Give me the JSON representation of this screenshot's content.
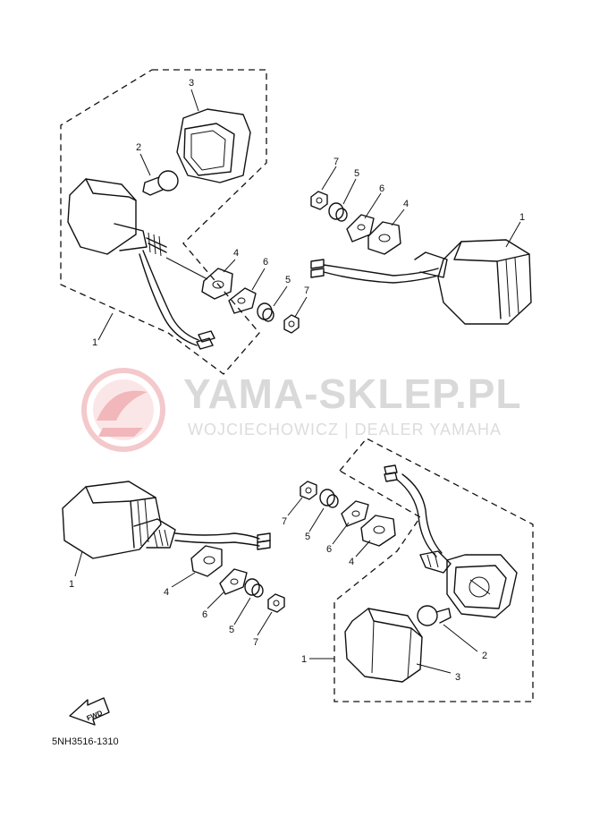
{
  "watermark": {
    "title": "YAMA-SKLEP.PL",
    "subtitle": "WOJCIECHOWICZ | DEALER YAMAHA"
  },
  "fwd_label": "FWD",
  "part_code": "5NH3516-1310",
  "callouts": {
    "tl_3": "3",
    "tl_2": "2",
    "tl_1": "1",
    "tl_4": "4",
    "tl_6": "6",
    "tl_5": "5",
    "tl_7": "7",
    "tr_7": "7",
    "tr_5": "5",
    "tr_6": "6",
    "tr_4": "4",
    "tr_1": "1",
    "bl_1": "1",
    "bl_4": "4",
    "bl_6": "6",
    "bl_5": "5",
    "bl_7": "7",
    "br_7": "7",
    "br_5": "5",
    "br_6": "6",
    "br_4": "4",
    "br_1": "1",
    "br_2": "2",
    "br_3": "3"
  },
  "colors": {
    "line": "#111111",
    "watermark_text": "#d9d9d9",
    "watermark_logo": "#f3c9cc"
  }
}
